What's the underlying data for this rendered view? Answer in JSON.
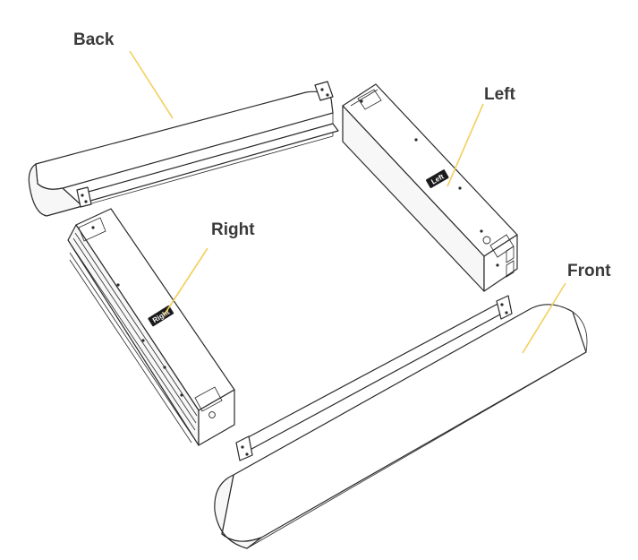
{
  "labels": {
    "back": "Back",
    "left": "Left",
    "right": "Right",
    "front": "Front"
  },
  "tags": {
    "left": "Left",
    "right": "Right"
  },
  "colors": {
    "leader": "#f2cf5b",
    "outline": "#2a2a2a",
    "tag_background": "#1b1b1b",
    "label_text": "#3a3a3a"
  }
}
